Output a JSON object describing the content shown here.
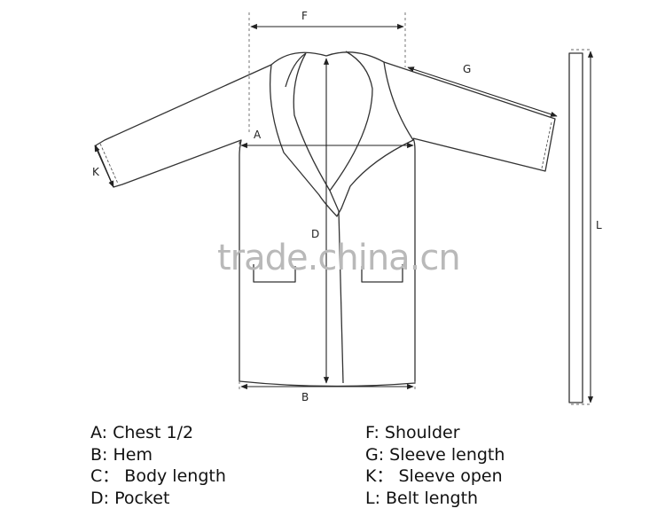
{
  "dimension_letters": {
    "F": "F",
    "G": "G",
    "A": "A",
    "K": "K",
    "D": "D",
    "B": "B",
    "L": "L"
  },
  "watermark": "trade.china.cn",
  "legend_left": [
    "A: Chest 1/2",
    "B: Hem",
    "C： Body length",
    "D: Pocket"
  ],
  "legend_right": [
    "F: Shoulder",
    "G: Sleeve length",
    "K： Sleeve open",
    "L: Belt length"
  ],
  "colors": {
    "outline": "#333333",
    "watermark": "#b9b9b9",
    "text": "#111111"
  }
}
